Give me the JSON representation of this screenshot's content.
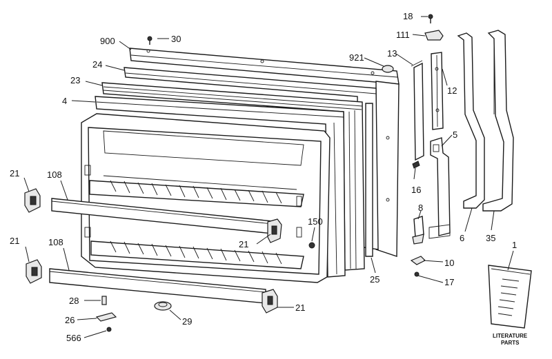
{
  "callouts": [
    {
      "id": "c18",
      "text": "18"
    },
    {
      "id": "c111",
      "text": "111"
    },
    {
      "id": "c900",
      "text": "900"
    },
    {
      "id": "c30",
      "text": "30"
    },
    {
      "id": "c921",
      "text": "921"
    },
    {
      "id": "c13",
      "text": "13"
    },
    {
      "id": "c24",
      "text": "24"
    },
    {
      "id": "c12",
      "text": "12"
    },
    {
      "id": "c23",
      "text": "23"
    },
    {
      "id": "c4",
      "text": "4"
    },
    {
      "id": "c5",
      "text": "5"
    },
    {
      "id": "c21a",
      "text": "21"
    },
    {
      "id": "c108a",
      "text": "108"
    },
    {
      "id": "c16",
      "text": "16"
    },
    {
      "id": "c8",
      "text": "8"
    },
    {
      "id": "c150",
      "text": "150"
    },
    {
      "id": "c21b",
      "text": "21"
    },
    {
      "id": "c6",
      "text": "6"
    },
    {
      "id": "c35",
      "text": "35"
    },
    {
      "id": "c21c",
      "text": "21"
    },
    {
      "id": "c108b",
      "text": "108"
    },
    {
      "id": "c10",
      "text": "10"
    },
    {
      "id": "c25",
      "text": "25"
    },
    {
      "id": "c17",
      "text": "17"
    },
    {
      "id": "c1",
      "text": "1"
    },
    {
      "id": "c28",
      "text": "28"
    },
    {
      "id": "c21d",
      "text": "21"
    },
    {
      "id": "c26",
      "text": "26"
    },
    {
      "id": "c29",
      "text": "29"
    },
    {
      "id": "c566",
      "text": "566"
    }
  ],
  "literature": {
    "line1": "LITERATURE",
    "line2": "PARTS"
  }
}
